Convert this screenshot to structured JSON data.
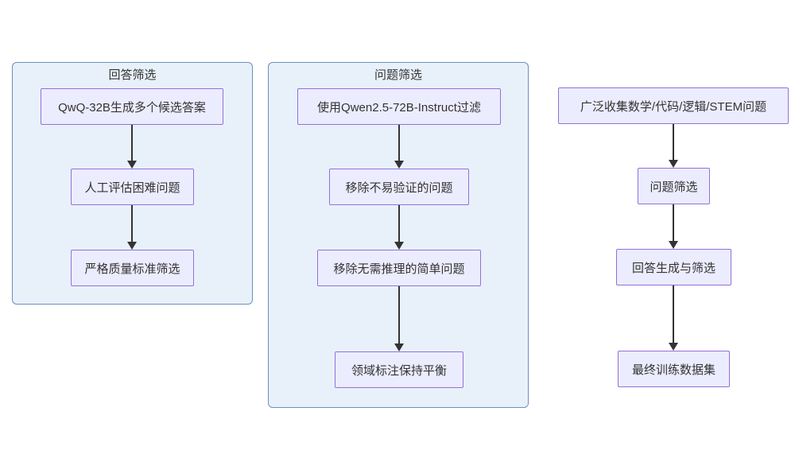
{
  "colors": {
    "node_fill": "#ECECFF",
    "node_border": "#9370DB",
    "cluster_fill": "#E8F1FA",
    "cluster_border": "#6C8EBF",
    "arrow": "#333333",
    "text": "#333333"
  },
  "clusters": [
    {
      "title": "回答筛选",
      "nodes": [
        {
          "label": "QwQ-32B生成多个候选答案"
        },
        {
          "label": "人工评估困难问题"
        },
        {
          "label": "严格质量标准筛选"
        }
      ]
    },
    {
      "title": "问题筛选",
      "nodes": [
        {
          "label": "使用Qwen2.5-72B-Instruct过滤"
        },
        {
          "label": "移除不易验证的问题"
        },
        {
          "label": "移除无需推理的简单问题"
        },
        {
          "label": "领域标注保持平衡"
        }
      ]
    }
  ],
  "main_flow": {
    "nodes": [
      {
        "label": "广泛收集数学/代码/逻辑/STEM问题"
      },
      {
        "label": "问题筛选"
      },
      {
        "label": "回答生成与筛选"
      },
      {
        "label": "最终训练数据集"
      }
    ]
  }
}
